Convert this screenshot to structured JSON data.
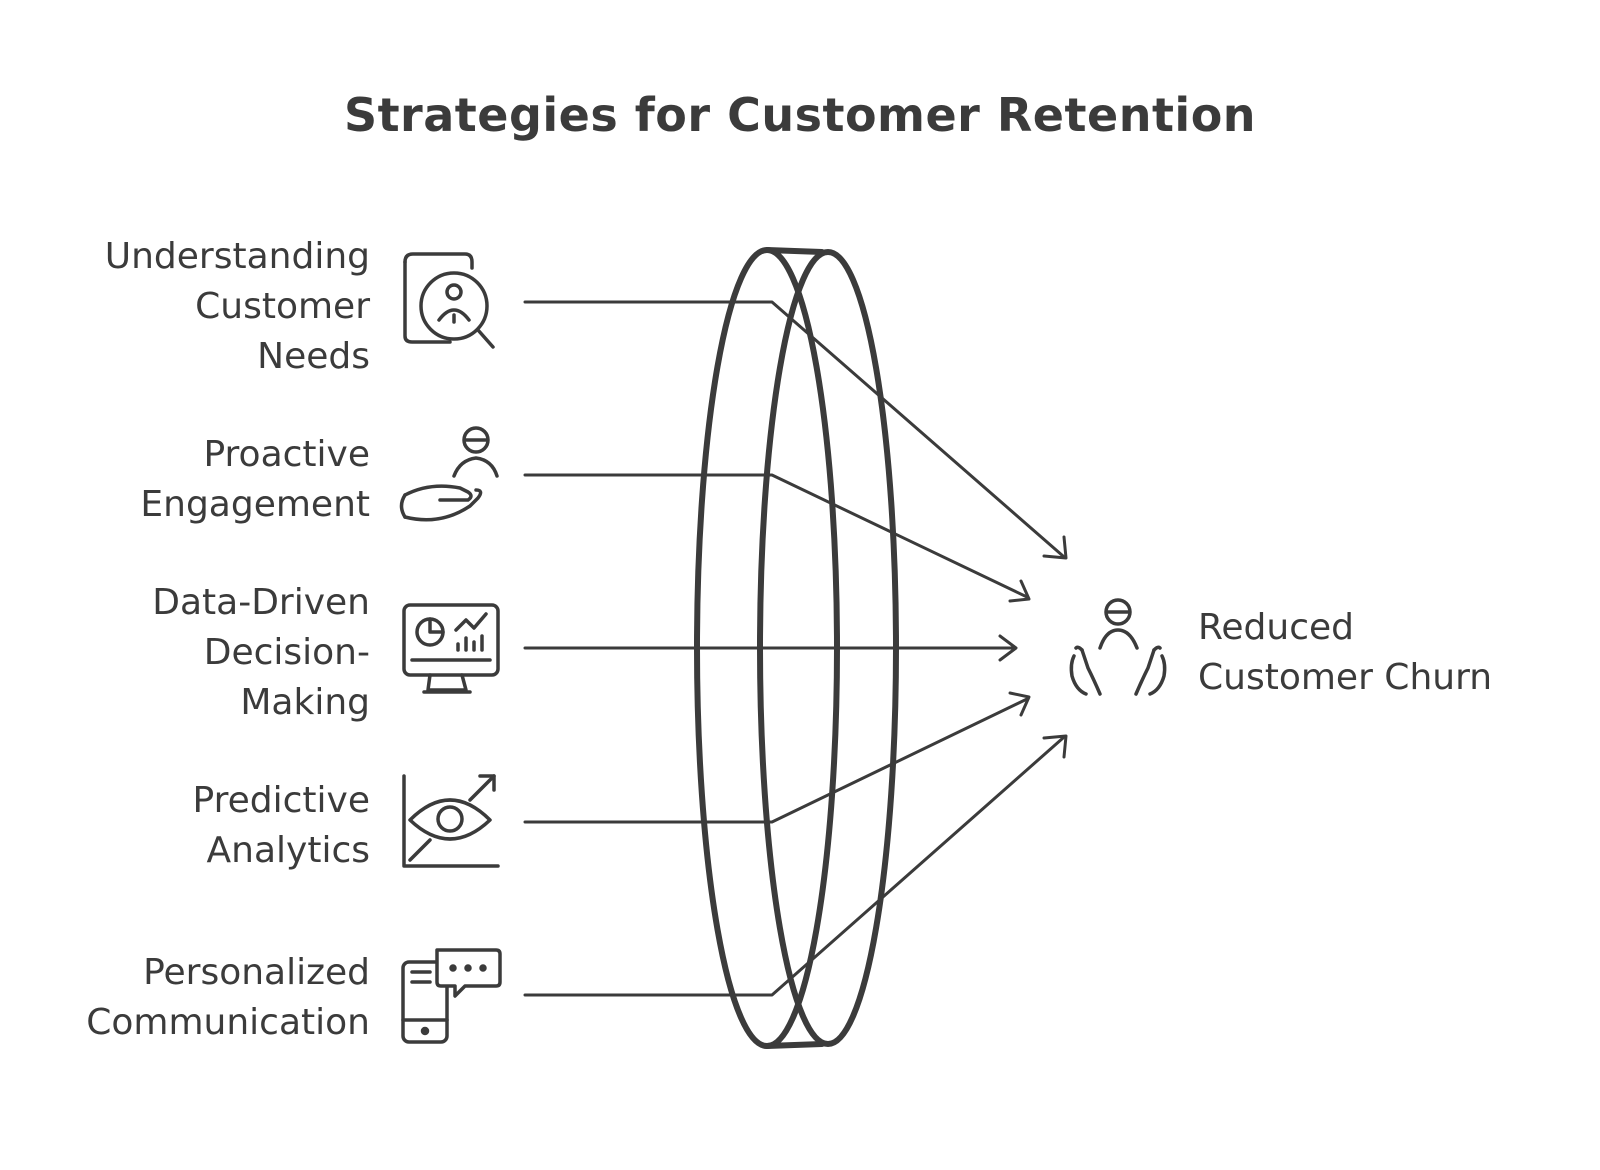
{
  "title": "Strategies for Customer Retention",
  "inputs": [
    {
      "lines": [
        "Understanding",
        "Customer",
        "Needs"
      ],
      "icon": "customer-search-icon"
    },
    {
      "lines": [
        "Proactive",
        "Engagement"
      ],
      "icon": "hand-person-icon"
    },
    {
      "lines": [
        "Data-Driven",
        "Decision-",
        "Making"
      ],
      "icon": "monitor-chart-icon"
    },
    {
      "lines": [
        "Predictive",
        "Analytics"
      ],
      "icon": "eye-chart-icon"
    },
    {
      "lines": [
        "Personalized",
        "Communication"
      ],
      "icon": "phone-chat-icon"
    }
  ],
  "outcome": {
    "lines": [
      "Reduced",
      "Customer Churn"
    ],
    "icon": "person-hands-icon"
  },
  "colors": {
    "ink": "#3b3b3b",
    "background": "#ffffff"
  }
}
